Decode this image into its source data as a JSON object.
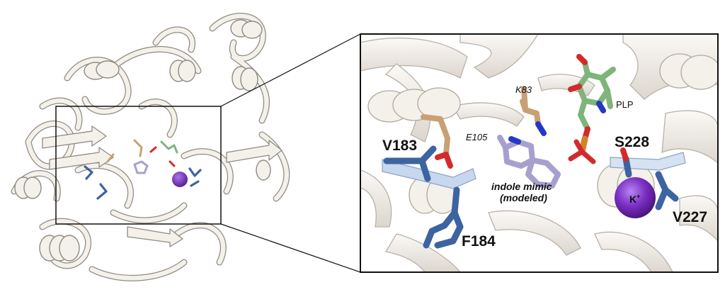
{
  "figure": {
    "residues": {
      "v183": "V183",
      "f184": "F184",
      "s228": "S228",
      "v227": "V227",
      "k83": "K83",
      "e105": "E105"
    },
    "cofactor": "PLP",
    "ligand_line1": "indole mimic",
    "ligand_line2": "(modeled)",
    "ion_label": "K",
    "ion_charge": "+",
    "colors": {
      "ribbon": "#f2eee8",
      "ribbon_outline": "#8f8a84",
      "valine_phe": "#3c64a0",
      "lysine_glu": "#c9a074",
      "plp": "#7fb47a",
      "phosphate": "#d2822c",
      "oxygen": "#d22b2b",
      "nitrogen": "#2438c8",
      "indole": "#a7a0cf",
      "potassium": "#7a2fc4",
      "highlight_strand": "#c7d7ee"
    }
  }
}
